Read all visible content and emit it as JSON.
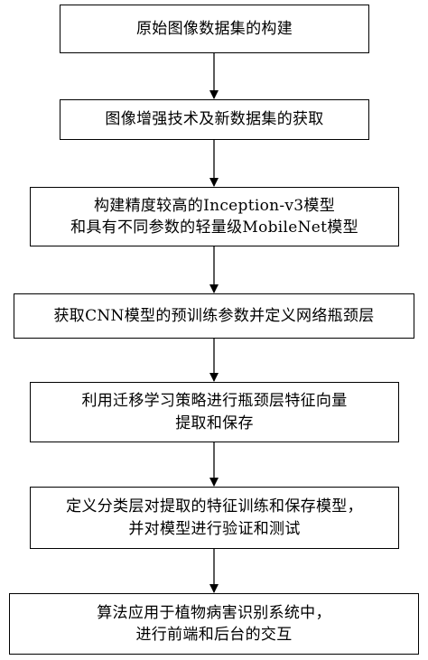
{
  "steps": [
    {
      "lines": [
        "原始图像数据集的构建"
      ]
    },
    {
      "lines": [
        "图像增强技术及新数据集的获取"
      ]
    },
    {
      "lines": [
        "构建精度较高的Inception-v3模型",
        "和具有不同参数的轻量级MobileNet模型"
      ]
    },
    {
      "lines": [
        "获取CNN模型的预训练参数并定义网络瓶颈层"
      ]
    },
    {
      "lines": [
        "利用迁移学习策略进行瓶颈层特征向量",
        "提取和保存"
      ]
    },
    {
      "lines": [
        "定义分类层对提取的特征训练和保存模型，",
        "并对模型进行验证和测试"
      ]
    },
    {
      "lines": [
        "算法应用于植物病害识别系统中，",
        "进行前端和后台的交互"
      ]
    }
  ]
}
